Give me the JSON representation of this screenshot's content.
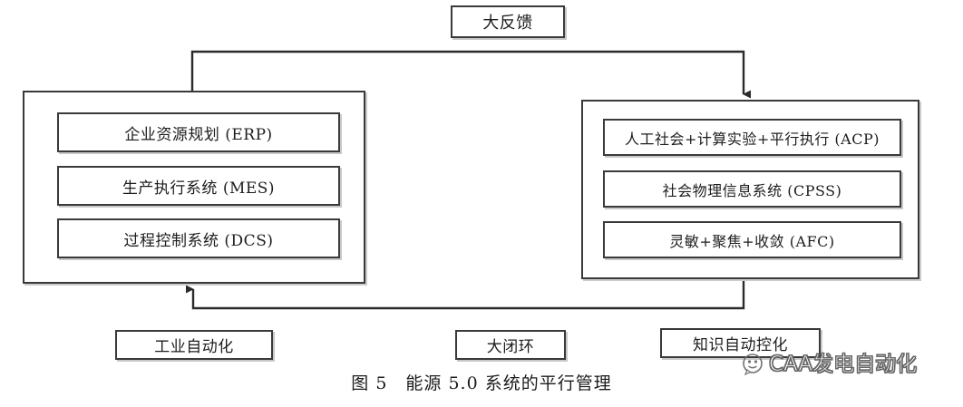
{
  "figure": {
    "caption": "图 5　能源 5.0 系统的平行管理"
  },
  "nodes": {
    "top_feedback": "大反馈",
    "left_panel": {
      "items": [
        "企业资源规划 (ERP)",
        "生产执行系统 (MES)",
        "过程控制系统 (DCS)"
      ]
    },
    "right_panel": {
      "items": [
        "人工社会+计算实验+平行执行 (ACP)",
        "社会物理信息系统 (CPSS)",
        "灵敏+聚焦+收敛 (AFC)"
      ]
    },
    "bottom": {
      "left": "工业自动化",
      "center": "大闭环",
      "right": "知识自动控化"
    }
  },
  "connectors": [
    {
      "name": "left-to-right-feedback",
      "from": "left-panel-top",
      "to": "right-panel-top",
      "arrow": "down"
    },
    {
      "name": "right-to-left-closed-loop",
      "from": "right-panel-bottom",
      "to": "left-panel-bottom",
      "arrow": "up"
    }
  ],
  "watermark": {
    "icon": "caa-circle-logo-icon",
    "text": "CAA发电自动化"
  },
  "colors": {
    "background": "#ffffff",
    "border": "#3a3a3a",
    "shadow": "#c8c8c8",
    "text": "#1d1d1d",
    "watermark_text": "#ffffff",
    "watermark_outline": "#6a6a6a"
  }
}
